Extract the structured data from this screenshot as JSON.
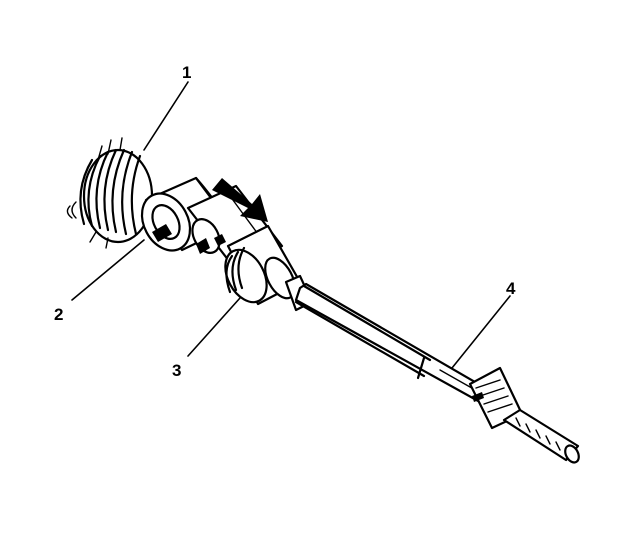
{
  "diagram": {
    "callouts": [
      {
        "id": "1",
        "label": "1"
      },
      {
        "id": "2",
        "label": "2"
      },
      {
        "id": "3",
        "label": "3"
      },
      {
        "id": "4",
        "label": "4"
      }
    ],
    "direction_arrow": {
      "icon": "arrow-down-right-icon",
      "color": "#000000"
    },
    "colors": {
      "ink": "#000000",
      "background": "#ffffff"
    }
  }
}
